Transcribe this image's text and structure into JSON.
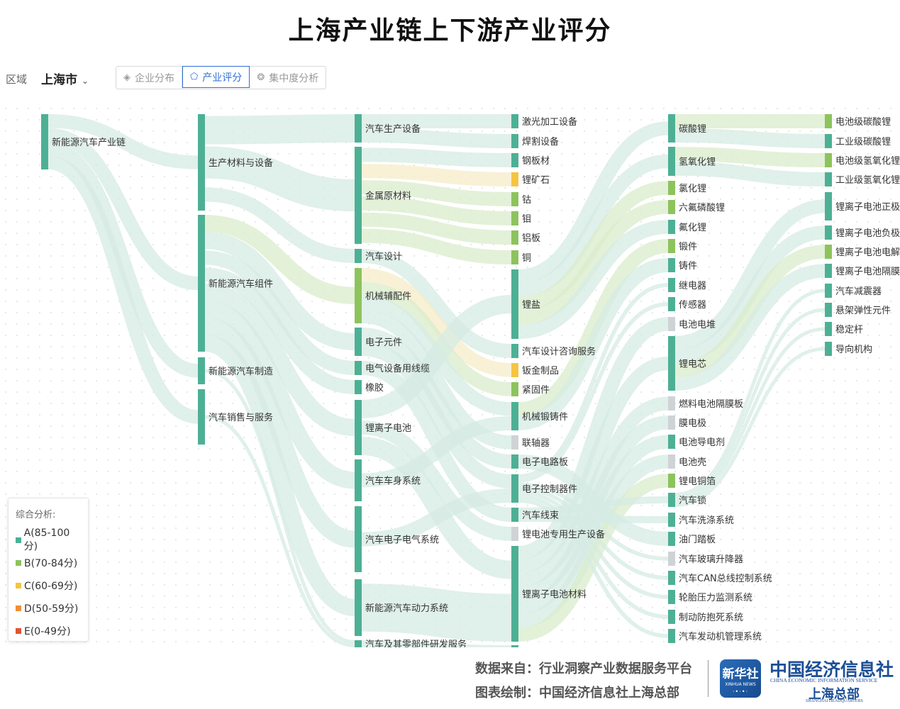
{
  "title": "上海产业链上下游产业评分",
  "region": {
    "label": "区域",
    "value": "上海市"
  },
  "tabs": [
    {
      "label": "企业分布",
      "icon": "layers-icon",
      "active": false
    },
    {
      "label": "产业评分",
      "icon": "pentagon-icon",
      "active": true
    },
    {
      "label": "集中度分析",
      "icon": "radar-icon",
      "active": false
    }
  ],
  "grade_colors": {
    "A": "#4db095",
    "B": "#8dc35d",
    "C": "#f5c542",
    "D": "#f08f3a",
    "E": "#e2542f",
    "N": "#cfd3d6"
  },
  "legend": {
    "title": "综合分析:",
    "items": [
      {
        "grade": "A",
        "label": "A(85-100分)"
      },
      {
        "grade": "B",
        "label": "B(70-84分)"
      },
      {
        "grade": "C",
        "label": "C(60-69分)"
      },
      {
        "grade": "D",
        "label": "D(50-59分)"
      },
      {
        "grade": "E",
        "label": "E(0-49分)"
      }
    ]
  },
  "sankey": {
    "columns": [
      [
        {
          "name": "新能源汽车产业链",
          "grade": "A"
        }
      ],
      [
        {
          "name": "生产材料与设备",
          "grade": "A"
        },
        {
          "name": "新能源汽车组件",
          "grade": "A"
        },
        {
          "name": "新能源汽车制造",
          "grade": "A"
        },
        {
          "name": "汽车销售与服务",
          "grade": "A"
        }
      ],
      [
        {
          "name": "汽车生产设备",
          "grade": "A"
        },
        {
          "name": "金属原材料",
          "grade": "A"
        },
        {
          "name": "汽车设计",
          "grade": "A"
        },
        {
          "name": "机械辅配件",
          "grade": "B"
        },
        {
          "name": "电子元件",
          "grade": "A"
        },
        {
          "name": "电气设备用线缆",
          "grade": "A"
        },
        {
          "name": "橡胶",
          "grade": "A"
        },
        {
          "name": "锂离子电池",
          "grade": "A"
        },
        {
          "name": "汽车车身系统",
          "grade": "A"
        },
        {
          "name": "汽车电子电气系统",
          "grade": "A"
        },
        {
          "name": "新能源汽车动力系统",
          "grade": "A"
        },
        {
          "name": "汽车及其零部件研发服务",
          "grade": "A"
        }
      ],
      [
        {
          "name": "激光加工设备",
          "grade": "A"
        },
        {
          "name": "焊割设备",
          "grade": "A"
        },
        {
          "name": "钢板材",
          "grade": "A"
        },
        {
          "name": "锂矿石",
          "grade": "C"
        },
        {
          "name": "钴",
          "grade": "B"
        },
        {
          "name": "钼",
          "grade": "B"
        },
        {
          "name": "铝板",
          "grade": "B"
        },
        {
          "name": "铜",
          "grade": "B"
        },
        {
          "name": "锂盐",
          "grade": "A"
        },
        {
          "name": "汽车设计咨询服务",
          "grade": "A"
        },
        {
          "name": "钣金制品",
          "grade": "C"
        },
        {
          "name": "紧固件",
          "grade": "B"
        },
        {
          "name": "机械锻铸件",
          "grade": "A"
        },
        {
          "name": "联轴器",
          "grade": "N"
        },
        {
          "name": "电子电路板",
          "grade": "A"
        },
        {
          "name": "电子控制器件",
          "grade": "A"
        },
        {
          "name": "汽车线束",
          "grade": "A"
        },
        {
          "name": "锂电池专用生产设备",
          "grade": "N"
        },
        {
          "name": "锂离子电池材料",
          "grade": "A"
        },
        {
          "name": "",
          "grade": "A"
        }
      ],
      [
        {
          "name": "碳酸锂",
          "grade": "A"
        },
        {
          "name": "氢氧化锂",
          "grade": "A"
        },
        {
          "name": "氯化锂",
          "grade": "B"
        },
        {
          "name": "六氟磷酸锂",
          "grade": "B"
        },
        {
          "name": "氟化锂",
          "grade": "A"
        },
        {
          "name": "锻件",
          "grade": "B"
        },
        {
          "name": "铸件",
          "grade": "A"
        },
        {
          "name": "继电器",
          "grade": "A"
        },
        {
          "name": "传感器",
          "grade": "A"
        },
        {
          "name": "电池电堆",
          "grade": "N"
        },
        {
          "name": "锂电芯",
          "grade": "A"
        },
        {
          "name": "燃料电池隔膜板",
          "grade": "N"
        },
        {
          "name": "膜电极",
          "grade": "N"
        },
        {
          "name": "电池导电剂",
          "grade": "A"
        },
        {
          "name": "电池壳",
          "grade": "N"
        },
        {
          "name": "锂电铜箔",
          "grade": "B"
        },
        {
          "name": "汽车锁",
          "grade": "A"
        },
        {
          "name": "汽车洗涤系统",
          "grade": "A"
        },
        {
          "name": "油门踏板",
          "grade": "A"
        },
        {
          "name": "汽车玻璃升降器",
          "grade": "N"
        },
        {
          "name": "汽车CAN总线控制系统",
          "grade": "A"
        },
        {
          "name": "轮胎压力监测系统",
          "grade": "A"
        },
        {
          "name": "制动防抱死系统",
          "grade": "A"
        },
        {
          "name": "汽车发动机管理系统",
          "grade": "A"
        }
      ],
      [
        {
          "name": "电池级碳酸锂",
          "grade": "B"
        },
        {
          "name": "工业级碳酸锂",
          "grade": "A"
        },
        {
          "name": "电池级氢氧化锂",
          "grade": "B"
        },
        {
          "name": "工业级氢氧化锂",
          "grade": "A"
        },
        {
          "name": "锂离子电池正极材料",
          "grade": "A"
        },
        {
          "name": "锂离子电池负极材料",
          "grade": "A"
        },
        {
          "name": "锂离子电池电解液",
          "grade": "B"
        },
        {
          "name": "锂离子电池隔膜",
          "grade": "A"
        },
        {
          "name": "汽车减震器",
          "grade": "A"
        },
        {
          "name": "悬架弹性元件",
          "grade": "A"
        },
        {
          "name": "稳定杆",
          "grade": "A"
        },
        {
          "name": "导向机构",
          "grade": "A"
        }
      ]
    ]
  },
  "footer": {
    "source": "数据来自：行业洞察产业数据服务平台",
    "drawn_by": "图表绘制：中国经济信息社上海总部",
    "logo_cn": "新华社",
    "logo_en": "XINHUA NEWS",
    "brand": "中国经济信息社",
    "brand_en": "CHINA ECONOMIC INFORMATION SERVICE",
    "brand_sub": "上海总部",
    "brand_sub_en": "SHANGHAI HEADQUARTERS"
  }
}
